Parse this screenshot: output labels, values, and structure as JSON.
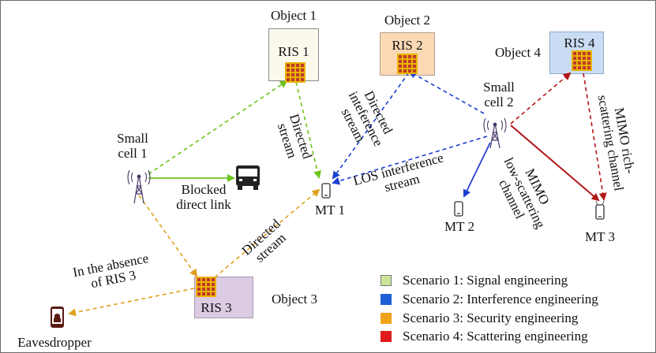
{
  "objects": [
    {
      "name": "Object 1",
      "ris": "RIS 1"
    },
    {
      "name": "Object 2",
      "ris": "RIS 2"
    },
    {
      "name": "Object 3",
      "ris": "RIS 3"
    },
    {
      "name": "Object 4",
      "ris": "RIS 4"
    }
  ],
  "nodes": {
    "small_cell_1": [
      "Small",
      "cell 1"
    ],
    "small_cell_2": [
      "Small",
      "cell 2"
    ],
    "mt1": "MT 1",
    "mt2": "MT 2",
    "mt3": "MT 3",
    "eavesdropper": "Eavesdropper"
  },
  "link_labels": {
    "blocked": [
      "Blocked",
      "direct link"
    ],
    "directed_stream_1": [
      "Directed",
      "stream"
    ],
    "directed_interference": [
      "Directed",
      "inteference",
      "stream"
    ],
    "los_interference": [
      "LOS interference",
      "stream"
    ],
    "mimo_low": [
      "MIMO",
      "low-scattering",
      "channel"
    ],
    "mimo_rich": [
      "MIMO rich-",
      "scattering channel"
    ],
    "directed_stream_3": [
      "Directed",
      "stream"
    ],
    "absence": [
      "In the absence",
      "of RIS 3"
    ]
  },
  "legend": [
    {
      "label": "Scenario 1: Signal engineering",
      "color": "#cde59a"
    },
    {
      "label": "Scenario 2: Interference engineering",
      "color": "#1f5fd6"
    },
    {
      "label": "Scenario 3: Security engineering",
      "color": "#f0a21a"
    },
    {
      "label": "Scenario 4: Scattering engineering",
      "color": "#e01b1b"
    }
  ],
  "colors": {
    "signal": "#6cc41a",
    "interference": "#1a3fd0",
    "security": "#e0a020",
    "scattering": "#b21515",
    "mimo_low": "#2a3fd6"
  },
  "icons": [
    "antenna-tower-icon",
    "bus-icon",
    "phone-icon",
    "android-phone-icon",
    "ris-panel-icon"
  ]
}
